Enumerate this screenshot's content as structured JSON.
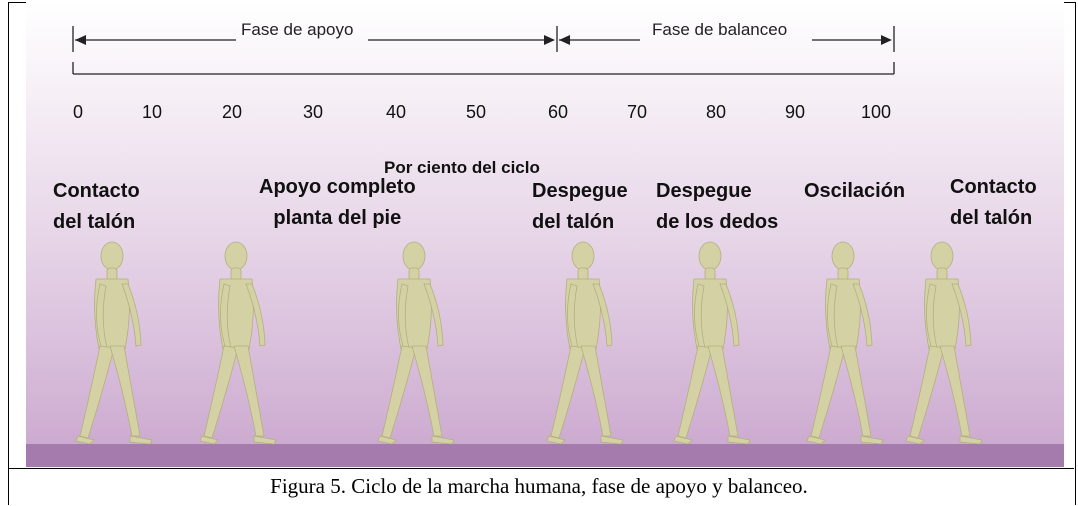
{
  "phases": {
    "stance_label": "Fase de apoyo",
    "swing_label": "Fase de balanceo"
  },
  "scale": {
    "ticks": [
      "0",
      "10",
      "20",
      "30",
      "40",
      "50",
      "60",
      "70",
      "80",
      "90",
      "100"
    ],
    "axis_title": "Por ciento del ciclo"
  },
  "stages": [
    {
      "label": "Contacto\ndel talón"
    },
    {
      "label": "Apoyo completo\nplanta del pie"
    },
    {
      "label": "Despegue\ndel talón"
    },
    {
      "label": "Despegue\nde los dedos"
    },
    {
      "label": "Oscilación"
    },
    {
      "label": "Contacto\ndel talón"
    }
  ],
  "figures": [
    "walking-figure",
    "walking-figure",
    "walking-figure",
    "walking-figure",
    "walking-figure",
    "walking-figure",
    "walking-figure"
  ],
  "colors": {
    "background_top": "#ffffff",
    "background_bottom": "#c9a6cd",
    "floor": "#a57aad",
    "figure": "#d4d2a4"
  },
  "caption": "Figura 5. Ciclo de la marcha humana, fase de apoyo y balanceo."
}
